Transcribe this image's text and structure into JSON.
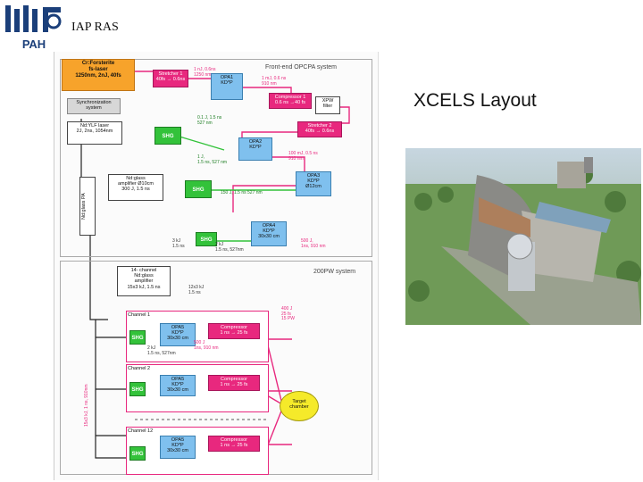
{
  "header": {
    "logo_text_top": "ИПФ",
    "logo_text_bottom": "РАН",
    "org": "IAP RAS",
    "title": "XCELS Layout"
  },
  "diagram": {
    "frontend_title": "Front-end OPCPA system",
    "system_title": "200PW system",
    "crforsterite": "Cr:Forsterite\nfs-laser\n1250nm, 2nJ, 40fs",
    "sync": "Synchronization\nsystem",
    "ndyag": "Nd:YLF laser\n2J, 2ns, 1054nm",
    "ndglass_amp": "Nd:glass\namplifier Ø10cm\n300 J, 1.5 ns",
    "ndglass_pa": "Nd:glass PA",
    "stretcher1": "Stretcher 1\n40fs → 0.6ns",
    "opa1": "OPA1\nKD*P",
    "compressor1": "Compressor 1\n0.6 ns →40 fs",
    "xpw": "XPW\nfilter",
    "stretcher2": "Stretcher 2\n40fs → 0.6ns",
    "shg": "SHG",
    "opa2": "OPA2\nKD*P",
    "opa3": "OPA3\nKD*P\nØ12cm",
    "opa4": "OPA4\nKD*P\n30x30 cm",
    "channel_amp": "14- channel\nNd:glass\namplifier\n15x3 kJ, 1.5 ns",
    "channel1": "Channel 1",
    "channel2": "Channel 2",
    "channel12": "Channel 12",
    "opa5": "OPA5\nKD*P\n30x30 cm",
    "compressor": "Compressor\n1 ns → 25 fs",
    "target": "Target\nchamber",
    "side_label": "15x3 kJ, 1 ns, 910nm",
    "labels": {
      "l1": "1 nJ, 0.6ns\n1250 nm",
      "l2": "1 mJ, 0.6 ns\n910 nm",
      "l3": "0.1 J, 1.5 ns\n527 nm",
      "l4": "1 J,\n1.5 ns, 527 nm",
      "l5": "100 mJ, 0.5 ns\n910 nm",
      "l6": "150 J, 1.5 ns 527 nm",
      "l7": "3 kJ\n1.5 ns",
      "l8": "2 kJ\n1.5 ns, 527nm",
      "l9": "500 J,\n1ns, 910 nm",
      "l10": "12x3 kJ\n1.5 ns",
      "l11": "500 J\n1ns, 910 nm",
      "l12": "400 J\n25 fs\n15 PW",
      "l13": "2 kJ\n1.5 ns, 527nm"
    }
  },
  "colors": {
    "green": "#33c23a",
    "magenta": "#e8287e",
    "orange": "#f7a32b",
    "blue": "#7fc0ee",
    "yellow": "#f5ea2a"
  }
}
